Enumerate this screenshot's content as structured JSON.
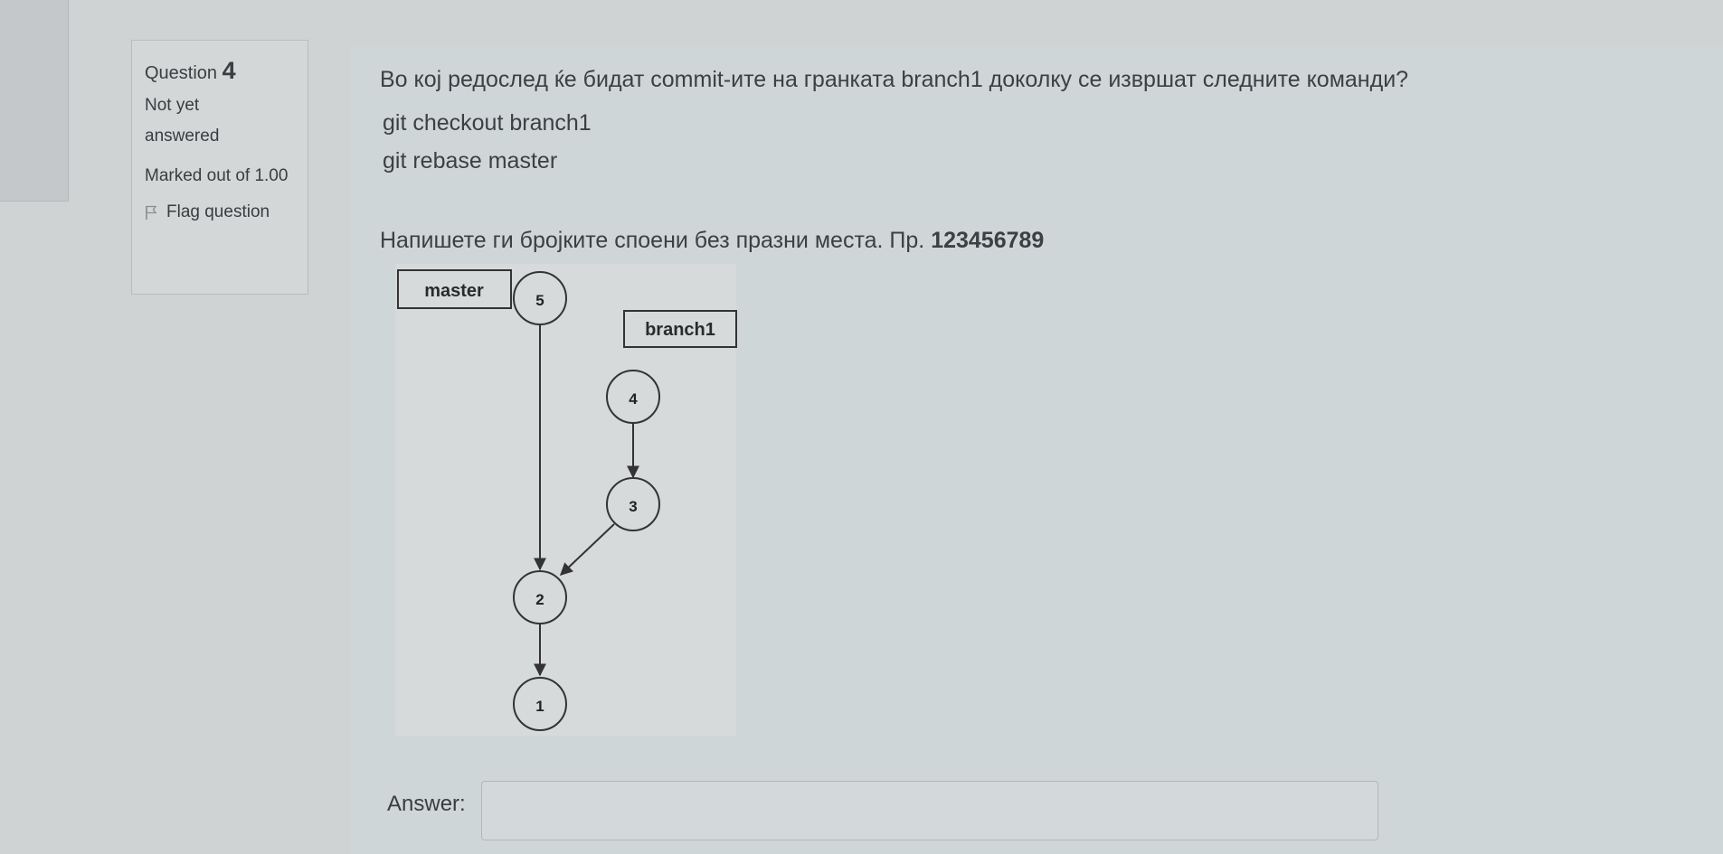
{
  "question": {
    "label": "Question",
    "number": "4",
    "state": "Not yet answered",
    "mark": "Marked out of 1.00",
    "flag_label": "Flag question",
    "text": "Во кој редослед ќе бидат commit-ите на гранката branch1 доколку се извршат следните команди?",
    "commands": [
      "git checkout branch1",
      "git rebase master"
    ],
    "instruction": "Напишете ги бројките споени без празни места. Пр.",
    "instruction_example": "123456789"
  },
  "diagram": {
    "labels": {
      "master": "master",
      "branch1": "branch1"
    },
    "commits": [
      "5",
      "4",
      "3",
      "2",
      "1"
    ]
  },
  "answer": {
    "label": "Answer:",
    "value": "",
    "placeholder": ""
  },
  "colors": {
    "background": "#cfd3d4",
    "panel": "#cfd6d7",
    "stroke": "#333333"
  },
  "icons": {
    "flag": "flag-icon"
  }
}
